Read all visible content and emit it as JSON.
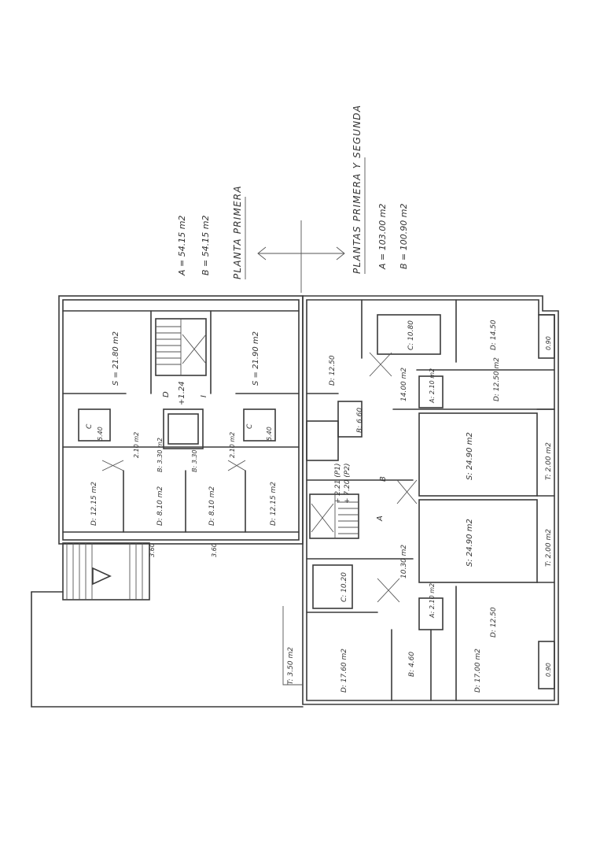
{
  "legend_ground": {
    "title": "PLANTA PRIMERA",
    "lines": [
      "A = 54.15 m2",
      "B = 54.15 m2"
    ]
  },
  "legend_upper": {
    "title": "PLANTAS PRIMERA Y SEGUNDA",
    "lines": [
      "A = 103.00 m2",
      "B = 100.90 m2"
    ]
  },
  "left_block": {
    "rooms": [
      {
        "id": "living-a",
        "label": "S = 21.80 m2"
      },
      {
        "id": "living-b",
        "label": "S = 21.90 m2"
      },
      {
        "id": "kitchen-a",
        "label": "C",
        "sub": "5.40"
      },
      {
        "id": "kitchen-b",
        "label": "C",
        "sub": "5.40"
      },
      {
        "id": "stair-level",
        "label": "+1.24"
      },
      {
        "id": "hall-letter-d",
        "label": "D"
      },
      {
        "id": "hall-letter-i",
        "label": "I"
      },
      {
        "id": "hall-a",
        "label": "2.10 m2"
      },
      {
        "id": "hall-b",
        "label": "2.10 m2"
      },
      {
        "id": "bath-a",
        "label": "B: 3.30 m2"
      },
      {
        "id": "bath-b",
        "label": "B: 3.30"
      },
      {
        "id": "bed-a1",
        "label": "D: 12.15 m2"
      },
      {
        "id": "bed-a2",
        "label": "D: 8.10 m2"
      },
      {
        "id": "bed-b2",
        "label": "D: 8.10 m2"
      },
      {
        "id": "bed-b1",
        "label": "D: 12.15 m2"
      }
    ],
    "balcony_a": "3.60",
    "balcony_b": "3.60"
  },
  "right_block": {
    "rooms": [
      {
        "id": "r-bed-top-l",
        "label": "D: 12.50"
      },
      {
        "id": "r-kitchen-top",
        "label": "C: 10.80"
      },
      {
        "id": "r-bed-top-r",
        "label": "D: 14.50"
      },
      {
        "id": "r-balcony-top",
        "label": "0.90"
      },
      {
        "id": "r-hall-top",
        "label": "14.00 m2"
      },
      {
        "id": "r-bed-mid",
        "label": "D: 12.50 m2"
      },
      {
        "id": "r-bath-small-top",
        "label": "A: 2.10 m2"
      },
      {
        "id": "r-bath-top",
        "label": "B: 6.60"
      },
      {
        "id": "r-living-top",
        "label": "S: 24.90 m2"
      },
      {
        "id": "r-terrace-top",
        "label": "T: 2.00 m2"
      },
      {
        "id": "r-levels",
        "label": "+ 2.21 (P1)"
      },
      {
        "id": "r-levels-2",
        "label": "+ 7.20 (P2)"
      },
      {
        "id": "r-letter-b",
        "label": "B"
      },
      {
        "id": "r-letter-a",
        "label": "A"
      },
      {
        "id": "r-living-bot",
        "label": "S: 24.90 m2"
      },
      {
        "id": "r-terrace-bot",
        "label": "T: 2.00 m2"
      },
      {
        "id": "r-hall-bot",
        "label": "10.30 m2"
      },
      {
        "id": "r-kitchen-bot",
        "label": "C: 10.20"
      },
      {
        "id": "r-bath-small-bot",
        "label": "A: 2.10 m2"
      },
      {
        "id": "r-bed-bot-r",
        "label": "D: 12.50"
      },
      {
        "id": "r-terrace-side",
        "label": "T: 3.50 m2"
      },
      {
        "id": "r-bed-bot-l",
        "label": "D: 17.60 m2"
      },
      {
        "id": "r-bath-bot",
        "label": "B: 4.60"
      },
      {
        "id": "r-bed-bot-c",
        "label": "D: 17.00 m2"
      },
      {
        "id": "r-balcony-bot",
        "label": "0.90"
      }
    ]
  }
}
